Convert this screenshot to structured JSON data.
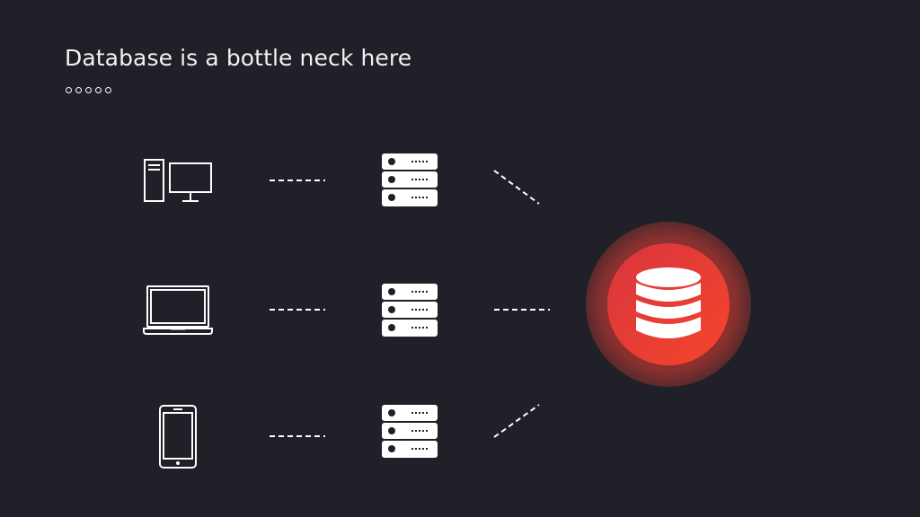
{
  "slide": {
    "title": "Database is a bottle neck here",
    "progress_dots": 5
  },
  "diagram": {
    "clients": [
      {
        "kind": "desktop-computer",
        "icon": "desktop-computer-icon"
      },
      {
        "kind": "laptop",
        "icon": "laptop-icon"
      },
      {
        "kind": "smartphone",
        "icon": "smartphone-icon"
      }
    ],
    "servers": [
      {
        "icon": "server-rack-icon"
      },
      {
        "icon": "server-rack-icon"
      },
      {
        "icon": "server-rack-icon"
      }
    ],
    "database": {
      "icon": "database-icon"
    },
    "connector_style": "dashed"
  },
  "colors": {
    "background": "#1f2028",
    "foreground": "#ffffff",
    "database_gradient_start": "#d9353f",
    "database_gradient_end": "#f5452a",
    "database_halo": "#7a2c2e"
  }
}
